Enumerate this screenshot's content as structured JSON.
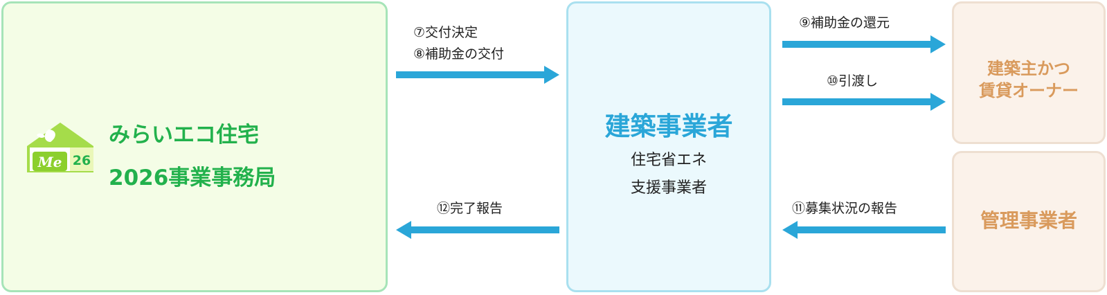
{
  "office": {
    "name_line1": "みらいエコ住宅",
    "name_line2": "2026事業事務局",
    "logo_text_me": "Me",
    "logo_text_num": "26"
  },
  "builder": {
    "title": "建築事業者",
    "sub_line1": "住宅省エネ",
    "sub_line2": "支援事業者"
  },
  "owner": {
    "line1": "建築主かつ",
    "line2": "賃貸オーナー"
  },
  "manager": {
    "title": "管理事業者"
  },
  "flows": {
    "f7": "⑦交付決定",
    "f8": "⑧補助金の交付",
    "f9": "⑨補助金の還元",
    "f10": "⑩引渡し",
    "f11": "⑪募集状況の報告",
    "f12": "⑫完了報告"
  },
  "colors": {
    "arrow": "#2aa6d8",
    "office_text": "#22b14c",
    "builder_title": "#2aa6d8",
    "peach_text": "#d99a5c"
  }
}
